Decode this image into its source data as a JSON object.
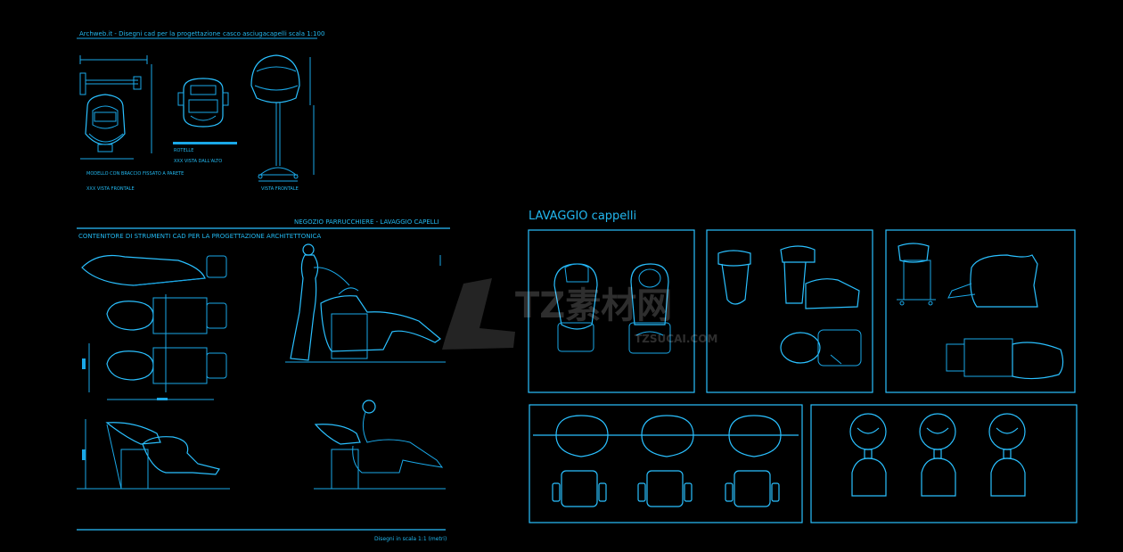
{
  "sheet_left": {
    "header_left": "Archweb.it - Disegni cad per la progettazione",
    "header_right": "casco asciugacapelli scala 1:100",
    "label_modello": "MODELLO CON BRACCIO FISSATO A PARETE",
    "label_vista_frontale_a": "XXX VISTA FRONTALE",
    "label_rotelle": "ROTELLE",
    "label_vista_alto": "XXX VISTA DALL'ALTO",
    "label_vista_frontale_b": "VISTA FRONTALE",
    "section_title_right": "NEGOZIO PARRUCCHIERE - LAVAGGIO CAPELLI",
    "section_title_left": "CONTENITORE DI STRUMENTI CAD PER LA PROGETTAZIONE ARCHITETTONICA",
    "footer": "Disegni in scala 1:1 (metri)"
  },
  "sheet_right": {
    "title": "LAVAGGIO  cappelli"
  },
  "watermark": {
    "brand": "TZ素材网",
    "url": "TZSUCAI.COM"
  },
  "colors": {
    "background": "#000000",
    "line": "#1aa8e8",
    "text": "#22b8f0"
  }
}
